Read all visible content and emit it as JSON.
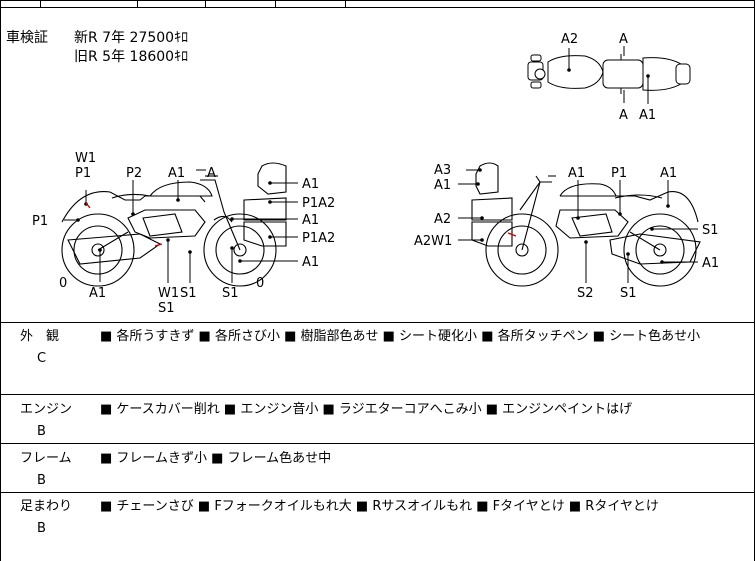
{
  "inspection": {
    "label": "車検証",
    "new_line": "新R 7年 27500ｷﾛ",
    "old_line": "旧R 5年 18600ｷﾛ"
  },
  "top_view_labels": [
    "A2",
    "A",
    "A",
    "A1"
  ],
  "left_view_labels": [
    "W1",
    "P1",
    "P2",
    "A1",
    "A",
    "A1",
    "P1A2",
    "A1",
    "P1A2",
    "A1",
    "P1",
    "0",
    "A1",
    "W1",
    "S1",
    "S1",
    "S1",
    "0"
  ],
  "right_view_labels": [
    "A3",
    "A1",
    "A1",
    "P1",
    "A1",
    "A2",
    "A2W1",
    "S1",
    "A1",
    "S2",
    "S1"
  ],
  "sections": [
    {
      "label": "外　観",
      "grade": "C",
      "text": "■ 各所うすきず ■ 各所さび小 ■ 樹脂部色あせ ■ シート硬化小 ■ 各所タッチペン ■ シート色あせ小"
    },
    {
      "label": "エンジン",
      "grade": "B",
      "text": "■ ケースカバー削れ ■ エンジン音小 ■ ラジエターコアへこみ小 ■ エンジンペイントはげ"
    },
    {
      "label": "フレーム",
      "grade": "B",
      "text": "■ フレームきず小 ■ フレーム色あせ中"
    },
    {
      "label": "足まわり",
      "grade": "B",
      "text": "■ チェーンさび ■ Fフォークオイルもれ大 ■ Rサスオイルもれ ■ Fタイヤとけ ■ Rタイヤとけ"
    }
  ]
}
